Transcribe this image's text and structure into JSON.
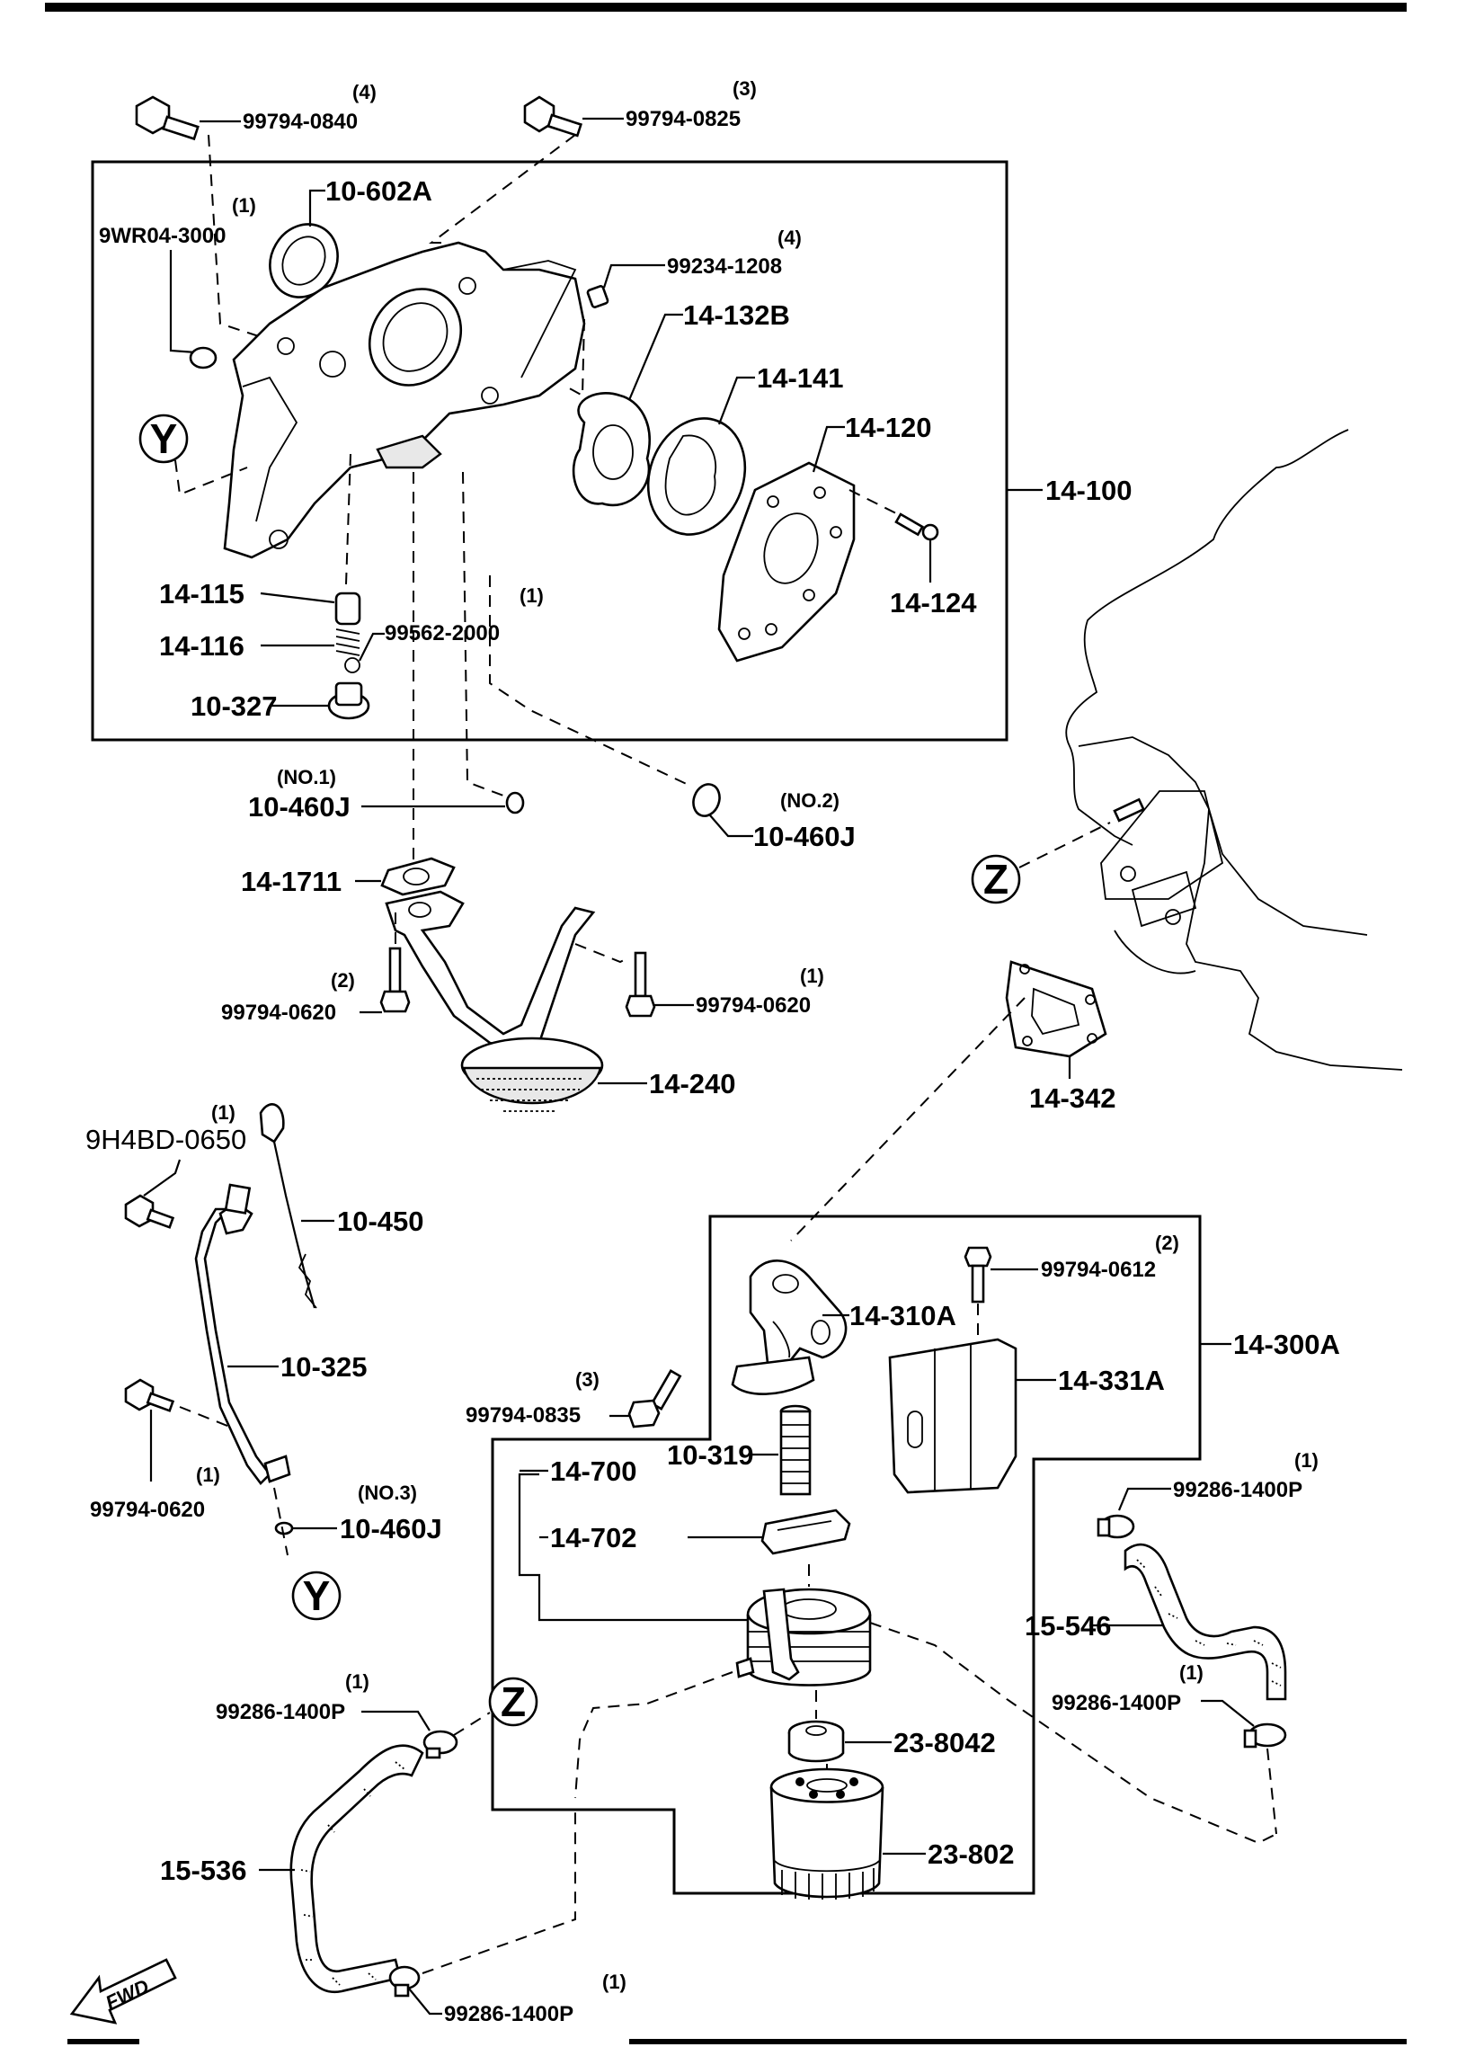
{
  "parts": {
    "bolt_0840": {
      "number": "99794-0840",
      "qty": "(4)"
    },
    "bolt_0825": {
      "number": "99794-0825",
      "qty": "(3)"
    },
    "plug_3000": {
      "number": "9WR04-3000",
      "qty": "(1)"
    },
    "seal_602A": {
      "number": "10-602A"
    },
    "pin_1208": {
      "number": "99234-1208",
      "qty": "(4)"
    },
    "rotor_132B": {
      "number": "14-132B"
    },
    "rotor_141": {
      "number": "14-141"
    },
    "cover_120": {
      "number": "14-120"
    },
    "pump_assy_100": {
      "number": "14-100"
    },
    "screw_124": {
      "number": "14-124"
    },
    "plunger_115": {
      "number": "14-115"
    },
    "spring_116": {
      "number": "14-116"
    },
    "ring_2000": {
      "number": "99562-2000",
      "qty": "(1)"
    },
    "plug_327": {
      "number": "10-327"
    },
    "oring_no1": {
      "number": "10-460J",
      "note": "(NO.1)"
    },
    "oring_no2": {
      "number": "10-460J",
      "note": "(NO.2)"
    },
    "gasket_1711": {
      "number": "14-1711"
    },
    "bolt_0620_a": {
      "number": "99794-0620",
      "qty": "(2)"
    },
    "bolt_0620_b": {
      "number": "99794-0620",
      "qty": "(1)"
    },
    "strainer_240": {
      "number": "14-240"
    },
    "gasket_342": {
      "number": "14-342"
    },
    "bolt_0650": {
      "number": "9H4BD-0650",
      "qty": "(1)"
    },
    "dipstick_450": {
      "number": "10-450"
    },
    "tube_325": {
      "number": "10-325"
    },
    "bolt_0620_c": {
      "number": "99794-0620",
      "qty": "(1)"
    },
    "oring_no3": {
      "number": "10-460J",
      "note": "(NO.3)"
    },
    "bolt_0612": {
      "number": "99794-0612",
      "qty": "(2)"
    },
    "body_310A": {
      "number": "14-310A"
    },
    "filter_assy_300A": {
      "number": "14-300A"
    },
    "bolt_0835": {
      "number": "99794-0835",
      "qty": "(3)"
    },
    "insulator_331A": {
      "number": "14-331A"
    },
    "cooler_700": {
      "number": "14-700"
    },
    "bolt_319": {
      "number": "10-319"
    },
    "gasket_702": {
      "number": "14-702"
    },
    "clip_1400P_a": {
      "number": "99286-1400P",
      "qty": "(1)"
    },
    "hose_546": {
      "number": "15-546"
    },
    "clip_1400P_b": {
      "number": "99286-1400P",
      "qty": "(1)"
    },
    "clip_1400P_c": {
      "number": "99286-1400P",
      "qty": "(1)"
    },
    "nut_8042": {
      "number": "23-8042"
    },
    "filter_802": {
      "number": "23-802"
    },
    "hose_536": {
      "number": "15-536"
    },
    "clip_1400P_d": {
      "number": "99286-1400P",
      "qty": "(1)"
    }
  },
  "refs": {
    "y": "Y",
    "z": "Z"
  },
  "direction": "FWD"
}
